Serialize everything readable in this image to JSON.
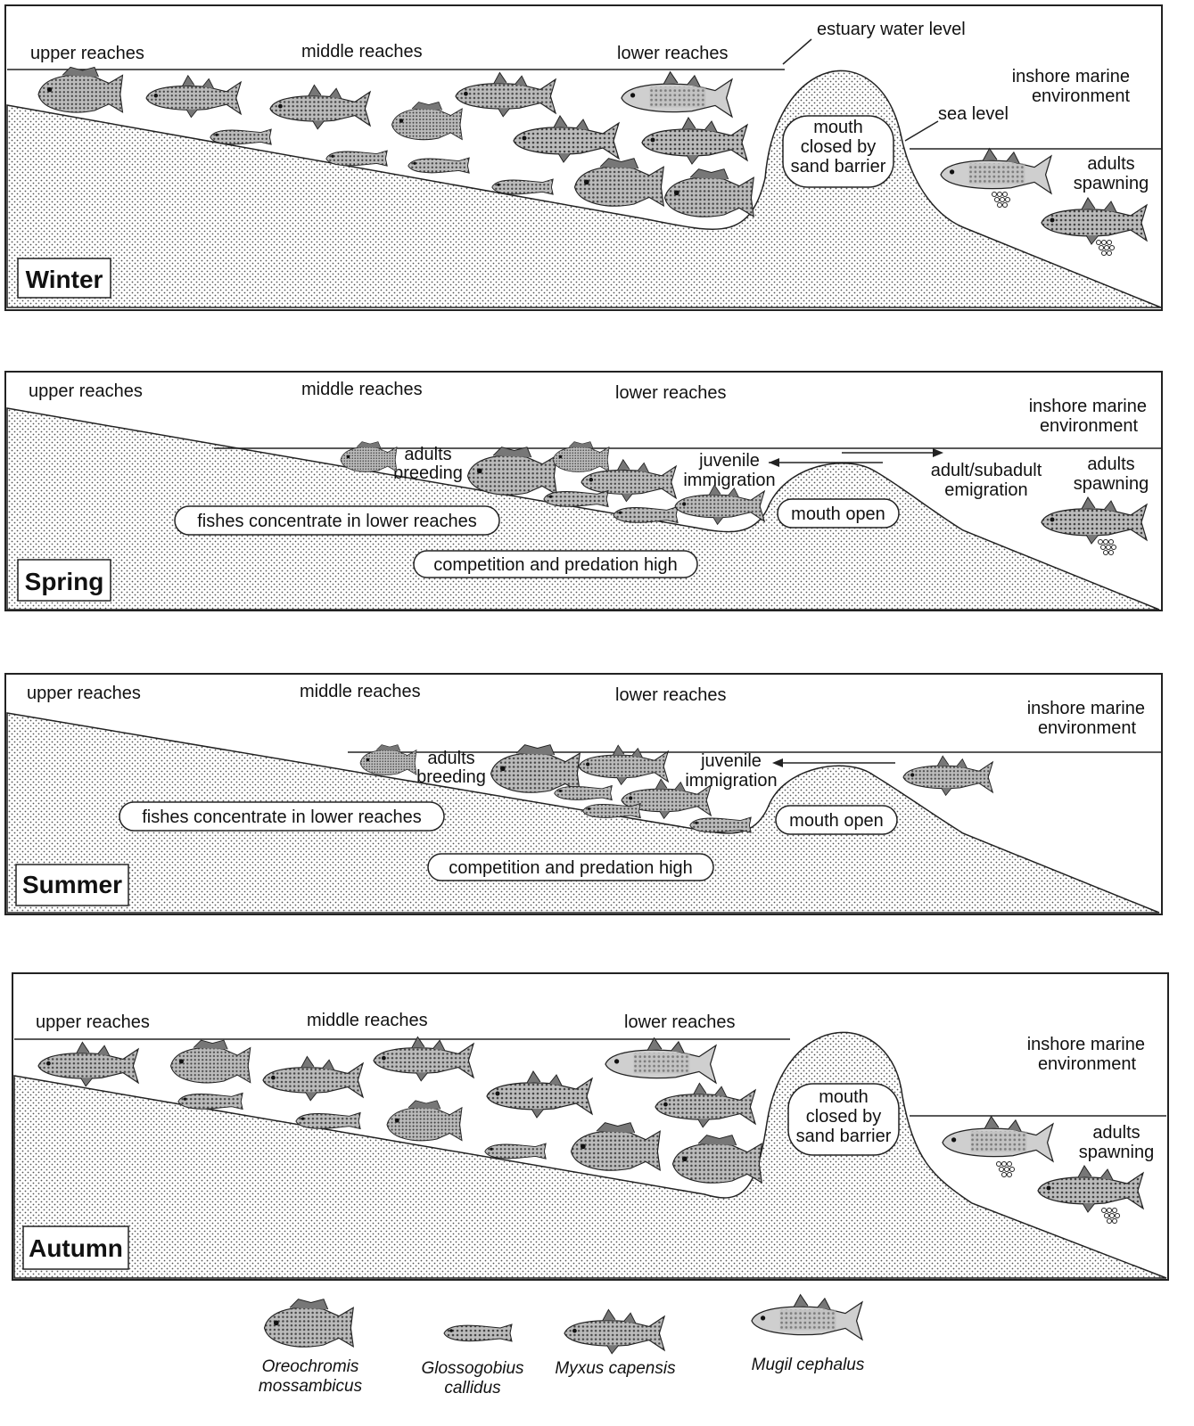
{
  "panels": {
    "winter": {
      "season": "Winter",
      "upper": "upper reaches",
      "middle": "middle reaches",
      "lower": "lower reaches",
      "estuary_water_level": "estuary water level",
      "inshore_1": "inshore marine",
      "inshore_2": "environment",
      "sea_level": "sea level",
      "mouth_1": "mouth",
      "mouth_2": "closed by",
      "mouth_3": "sand barrier",
      "adults_1": "adults",
      "adults_2": "spawning"
    },
    "spring": {
      "season": "Spring",
      "upper": "upper reaches",
      "middle": "middle reaches",
      "lower": "lower reaches",
      "inshore_1": "inshore marine",
      "inshore_2": "environment",
      "breeding_1": "adults",
      "breeding_2": "breeding",
      "juvenile_1": "juvenile",
      "juvenile_2": "immigration",
      "emigration_1": "adult/subadult",
      "emigration_2": "emigration",
      "adults_1": "adults",
      "adults_2": "spawning",
      "concentrate": "fishes concentrate in lower reaches",
      "mouth_open": "mouth open",
      "competition": "competition and predation high"
    },
    "summer": {
      "season": "Summer",
      "upper": "upper reaches",
      "middle": "middle reaches",
      "lower": "lower reaches",
      "inshore_1": "inshore marine",
      "inshore_2": "environment",
      "breeding_1": "adults",
      "breeding_2": "breeding",
      "juvenile_1": "juvenile",
      "juvenile_2": "immigration",
      "concentrate": "fishes concentrate in lower reaches",
      "mouth_open": "mouth open",
      "competition": "competition and predation high"
    },
    "autumn": {
      "season": "Autumn",
      "upper": "upper reaches",
      "middle": "middle reaches",
      "lower": "lower reaches",
      "inshore_1": "inshore marine",
      "inshore_2": "environment",
      "mouth_1": "mouth",
      "mouth_2": "closed by",
      "mouth_3": "sand barrier",
      "adults_1": "adults",
      "adults_2": "spawning"
    }
  },
  "legend": {
    "oreochromis_1": "Oreochromis",
    "oreochromis_2": "mossambicus",
    "glossogobius_1": "Glossogobius",
    "glossogobius_2": "callidus",
    "myxus": "Myxus capensis",
    "mugil": "Mugil cephalus"
  },
  "colors": {
    "ink": "#222222",
    "paper": "#ffffff",
    "sand_dots": "#555555",
    "fish_light": "#bbbbbb",
    "fish_dark": "#555555"
  }
}
